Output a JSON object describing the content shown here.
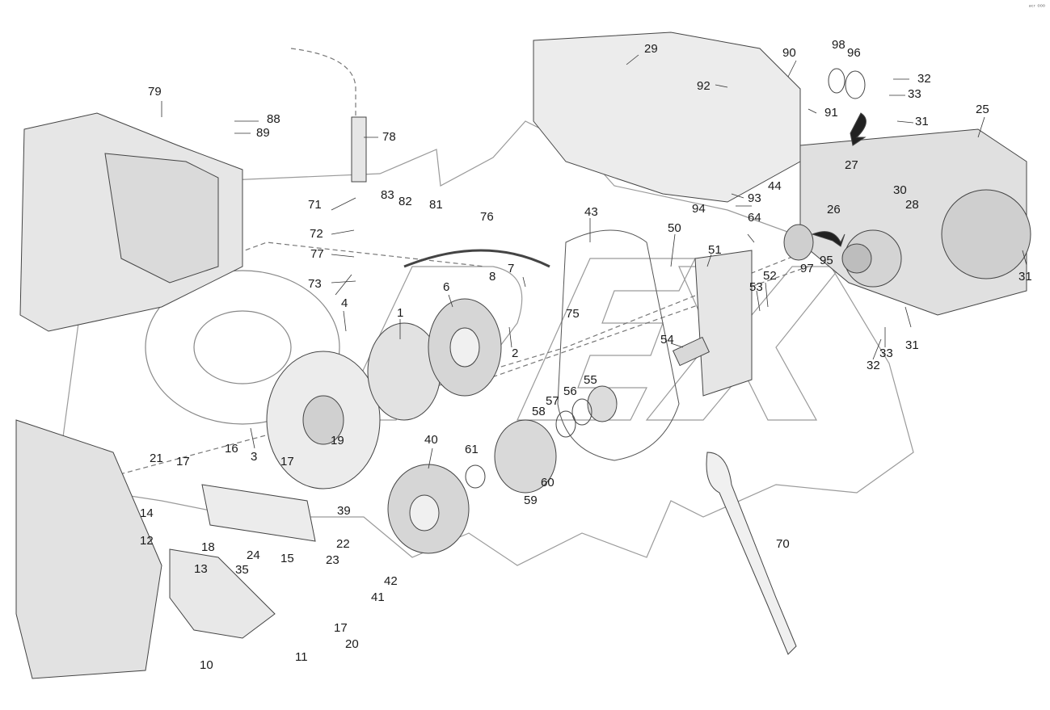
{
  "corner_mark": "ᵃᶜʳ ⁰⁰⁰",
  "watermark_text": "OPEX",
  "colors": {
    "line": "#555555",
    "part": "#9a9a9a",
    "bg": "#ffffff",
    "label": "#1a1a1a"
  },
  "parts": {
    "p1": "1",
    "p2": "2",
    "p3": "3",
    "p4": "4",
    "p6": "6",
    "p7": "7",
    "p8": "8",
    "p10": "10",
    "p11": "11",
    "p12": "12",
    "p13": "13",
    "p14": "14",
    "p15": "15",
    "p16": "16",
    "p17a": "17",
    "p17b": "17",
    "p17c": "17",
    "p18": "18",
    "p19": "19",
    "p20": "20",
    "p21": "21",
    "p22": "22",
    "p23": "23",
    "p24": "24",
    "p25": "25",
    "p26": "26",
    "p27": "27",
    "p28": "28",
    "p29": "29",
    "p30": "30",
    "p31a": "31",
    "p31b": "31",
    "p31c": "31",
    "p32a": "32",
    "p32b": "32",
    "p33a": "33",
    "p33b": "33",
    "p35": "35",
    "p39": "39",
    "p40": "40",
    "p41": "41",
    "p42": "42",
    "p43": "43",
    "p44": "44",
    "p50": "50",
    "p51": "51",
    "p52": "52",
    "p53": "53",
    "p54": "54",
    "p55": "55",
    "p56": "56",
    "p57": "57",
    "p58": "58",
    "p59": "59",
    "p60": "60",
    "p61": "61",
    "p64": "64",
    "p70": "70",
    "p71": "71",
    "p72": "72",
    "p73": "73",
    "p75": "75",
    "p76": "76",
    "p77": "77",
    "p78": "78",
    "p79": "79",
    "p81": "81",
    "p82": "82",
    "p83": "83",
    "p88": "88",
    "p89": "89",
    "p90": "90",
    "p91": "91",
    "p92": "92",
    "p93": "93",
    "p94": "94",
    "p95": "95",
    "p96": "96",
    "p97": "97",
    "p98": "98"
  }
}
